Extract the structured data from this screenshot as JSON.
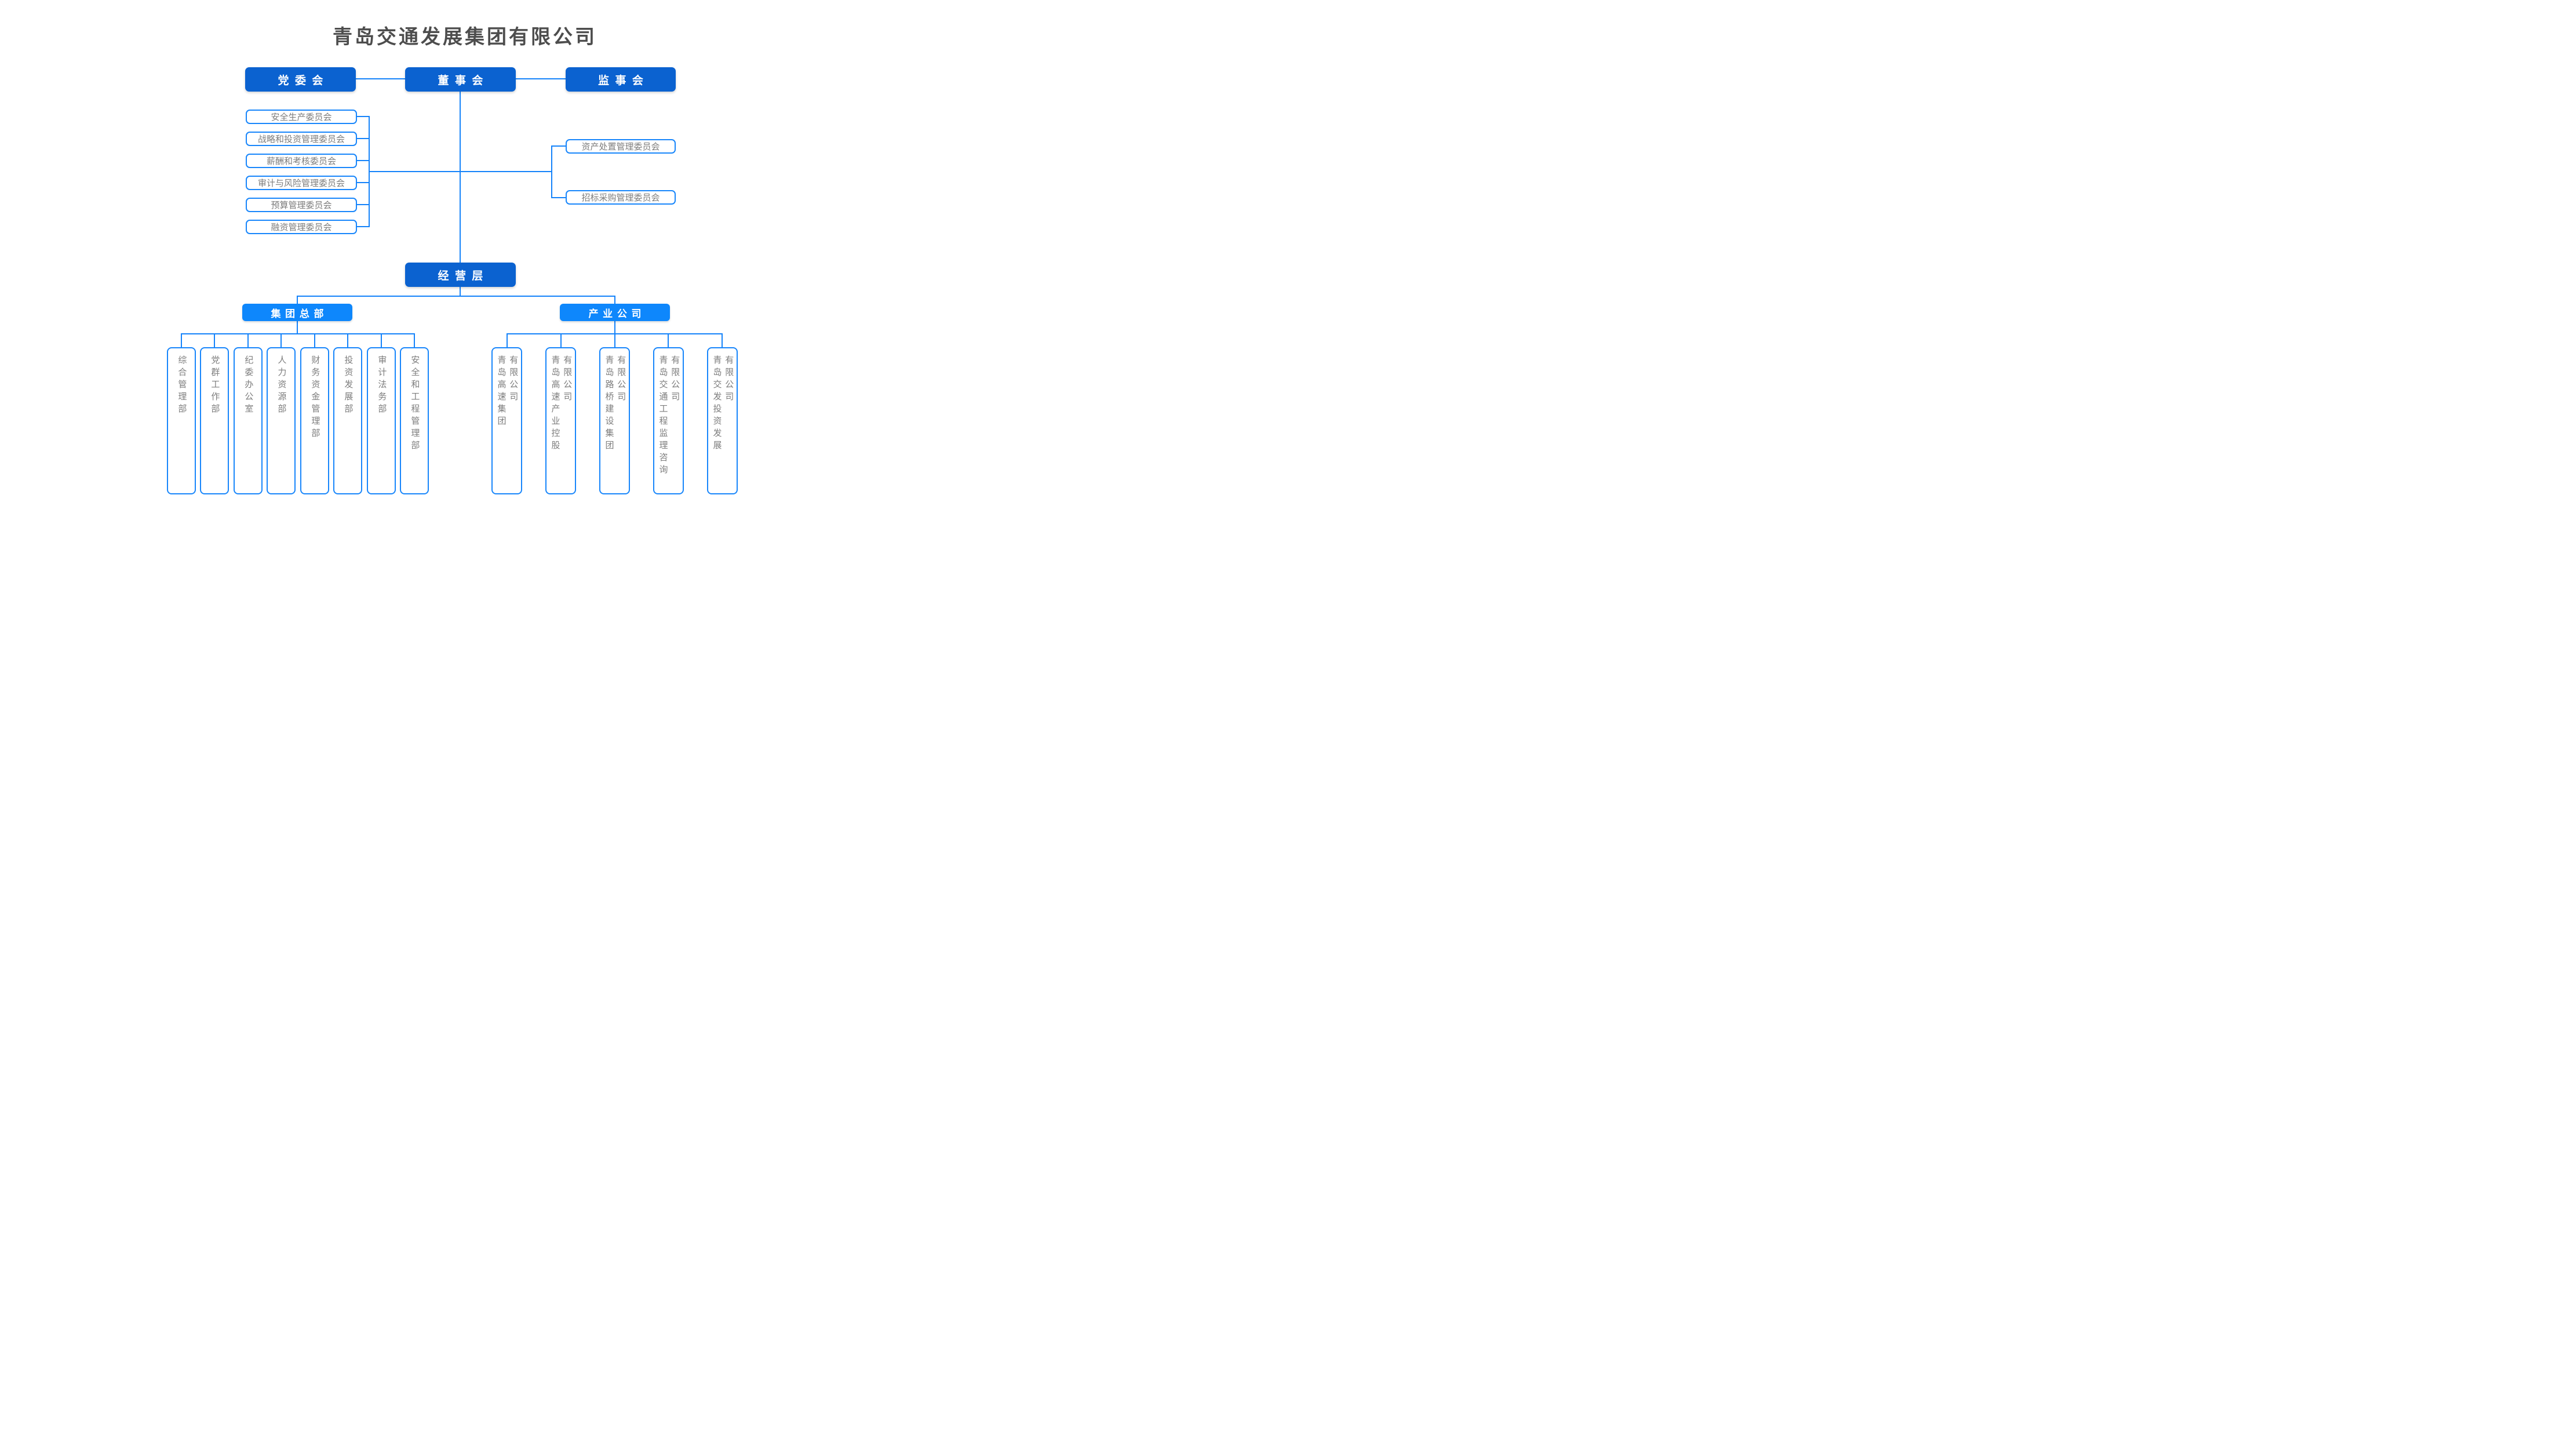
{
  "title": "青岛交通发展集团有限公司",
  "colors": {
    "dark_blue": "#0b62d0",
    "bright_blue": "#0e87fc",
    "line_blue": "#1583fa",
    "border_blue": "#1886fb",
    "text_gray": "#7d7d7d",
    "title_gray": "#4d4d4d"
  },
  "governance": {
    "party_committee": "党委会",
    "board_of_directors": "董事会",
    "board_of_supervisors": "监事会",
    "management_layer": "经营层"
  },
  "board_committees_left": [
    "安全生产委员会",
    "战略和投资管理委员会",
    "薪酬和考核委员会",
    "审计与风险管理委员会",
    "预算管理委员会",
    "融资管理委员会"
  ],
  "board_committees_right": [
    "资产处置管理委员会",
    "招标采购管理委员会"
  ],
  "divisions": {
    "group_headquarters": "集团总部",
    "industry_companies": "产业公司"
  },
  "headquarters_departments": [
    "综合管理部",
    "党群工作部",
    "纪委办公室",
    "人力资源部",
    "财务资金管理部",
    "投资发展部",
    "审计法务部",
    "安全和工程管理部"
  ],
  "industry_companies": [
    {
      "name": "青岛高速集团",
      "suffix": "有限公司"
    },
    {
      "name": "青岛高速产业控股",
      "suffix": "有限公司"
    },
    {
      "name": "青岛路桥建设集团",
      "suffix": "有限公司"
    },
    {
      "name": "青岛交通工程监理咨询",
      "suffix": "有限公司"
    },
    {
      "name": "青岛交发投资发展",
      "suffix": "有限公司"
    }
  ]
}
